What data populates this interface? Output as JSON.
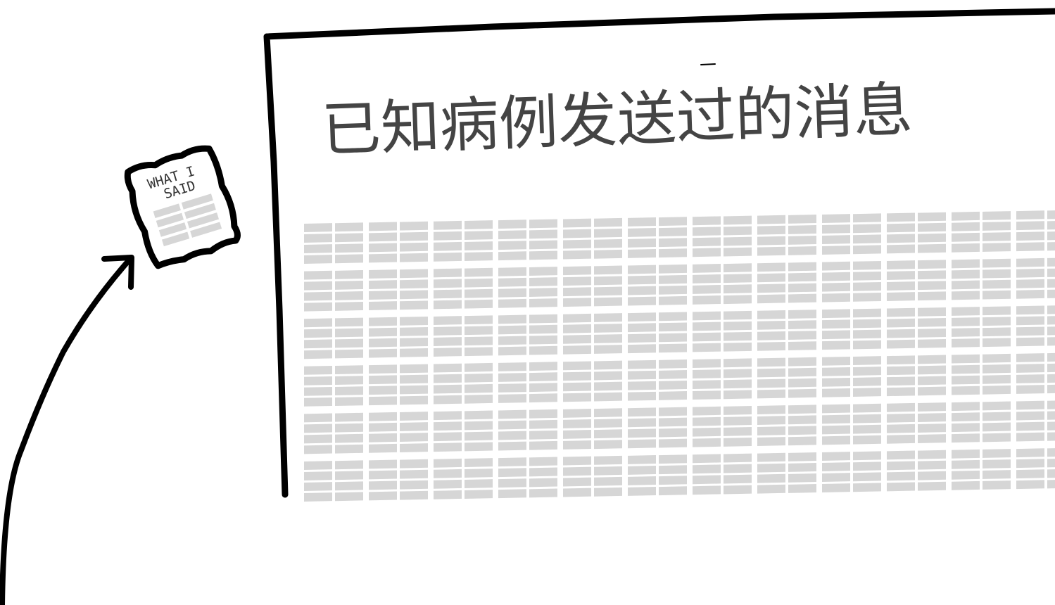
{
  "board": {
    "title": "已知病例发送过的消息",
    "grid_rows": 6,
    "grid_cols": 24,
    "lines_per_block": 4
  },
  "note": {
    "line1": "WHAT I",
    "line2": "SAID"
  },
  "colors": {
    "ink": "#000000",
    "title": "#444444",
    "cell_fill": "#d6d6d6",
    "paper": "#ffffff"
  },
  "icons": {
    "note": "crumpled-paper-note-icon",
    "arrow": "curved-arrow-icon"
  }
}
